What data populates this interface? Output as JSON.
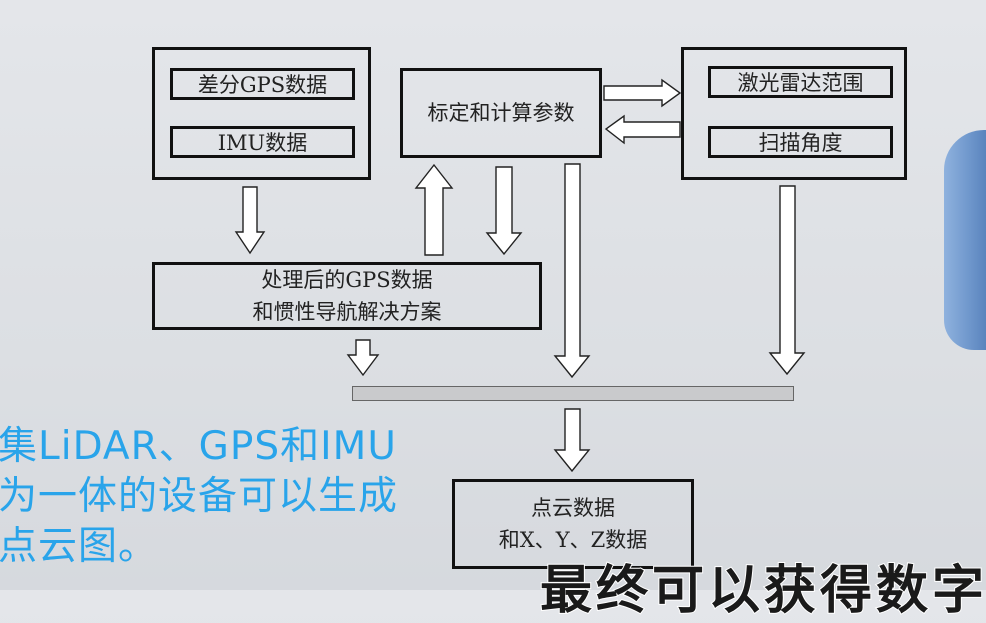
{
  "diagram": {
    "nodes": {
      "input_left": {
        "items": [
          {
            "id": "dgps",
            "label": "差分GPS数据"
          },
          {
            "id": "imu",
            "label": "IMU数据"
          }
        ]
      },
      "calibration": {
        "label": "标定和计算参数"
      },
      "input_right": {
        "items": [
          {
            "id": "lidar_range",
            "label": "激光雷达范围"
          },
          {
            "id": "scan_angle",
            "label": "扫描角度"
          }
        ]
      },
      "processed": {
        "lines": [
          "处理后的GPS数据",
          "和惯性导航解决方案"
        ]
      },
      "output": {
        "lines": [
          "点云数据",
          "和X、Y、Z数据"
        ]
      }
    },
    "edges": [
      {
        "from": "input_left",
        "to": "processed"
      },
      {
        "from": "processed",
        "to": "calibration"
      },
      {
        "from": "calibration",
        "to": "processed"
      },
      {
        "from": "calibration",
        "to": "input_right"
      },
      {
        "from": "input_right",
        "to": "calibration"
      },
      {
        "from": "calibration",
        "to": "merge_bar"
      },
      {
        "from": "input_right",
        "to": "merge_bar"
      },
      {
        "from": "processed",
        "to": "merge_bar"
      },
      {
        "from": "merge_bar",
        "to": "output"
      }
    ]
  },
  "caption": {
    "lines": [
      "集LiDAR、GPS和IMU",
      "为一体的设备可以生成",
      "点云图。"
    ]
  },
  "subtitle": "最终可以获得数字",
  "colors": {
    "caption": "#29a4ea",
    "lines": "#111111",
    "bar": "#c9cacc"
  }
}
